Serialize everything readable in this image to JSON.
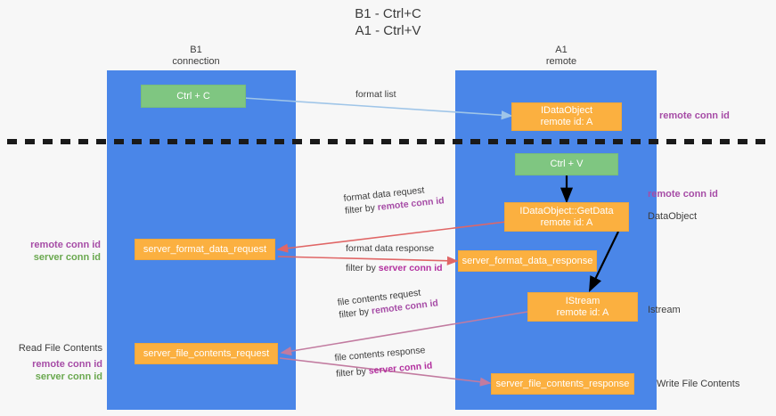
{
  "title": {
    "line1": "B1 - Ctrl+C",
    "line2": "A1 - Ctrl+V"
  },
  "columns": [
    {
      "name": "B1",
      "sub": "connection"
    },
    {
      "name": "A1",
      "sub": "remote"
    }
  ],
  "colors": {
    "lane": "#4a86e8",
    "green_box": "#7fc681",
    "orange_box": "#fbb040",
    "remote_conn_id": "#a64ca6",
    "server_conn_id_green": "#6aa84f",
    "server_conn_id_magenta": "#b3319f",
    "arrow_format_list": "#9fc5e8",
    "arrow_format_data": "#e06666",
    "arrow_file_contents": "#c27ba0",
    "arrow_black": "#000000",
    "divider": "#1a1a1a",
    "background": "#f7f7f7"
  },
  "nodes": {
    "ctrl_c": {
      "line1": "Ctrl + C",
      "line2": ""
    },
    "ctrl_v": {
      "line1": "Ctrl + V",
      "line2": ""
    },
    "idataobject": {
      "line1": "IDataObject",
      "line2": "remote id: A"
    },
    "idataobject_getdata": {
      "line1": "IDataObject::GetData",
      "line2": "remote id: A"
    },
    "server_format_data_request": {
      "line1": "server_format_data_request",
      "line2": ""
    },
    "server_format_data_response": {
      "line1": "server_format_data_response",
      "line2": ""
    },
    "istream": {
      "line1": "IStream",
      "line2": "remote id: A"
    },
    "server_file_contents_request": {
      "line1": "server_file_contents_request",
      "line2": ""
    },
    "server_file_contents_response": {
      "line1": "server_file_contents_response",
      "line2": ""
    }
  },
  "edge_labels": {
    "format_list": {
      "main": "format list",
      "filter_prefix": "",
      "filter_key": ""
    },
    "format_data_request": {
      "main": "format data request",
      "filter_prefix": "filter by ",
      "filter_key": "remote conn id"
    },
    "format_data_response": {
      "main": "format data response",
      "filter_prefix": "filter by ",
      "filter_key": "server conn id"
    },
    "file_contents_request": {
      "main": "file contents request",
      "filter_prefix": "filter by ",
      "filter_key": "remote conn id"
    },
    "file_contents_response": {
      "main": "file contents response",
      "filter_prefix": "filter by ",
      "filter_key": "server conn id"
    }
  },
  "annotations": {
    "right_remote_conn_id_top": "remote conn id",
    "right_remote_conn_id_mid": "remote conn id",
    "right_dataobject": "DataObject",
    "right_istream": "Istream",
    "right_write_file_contents": "Write File Contents",
    "left_remote_conn_id": "remote conn id",
    "left_server_conn_id": "server conn id",
    "left_read_file_contents": "Read File Contents",
    "left_remote_conn_id_2": "remote conn id",
    "left_server_conn_id_2": "server conn id"
  }
}
